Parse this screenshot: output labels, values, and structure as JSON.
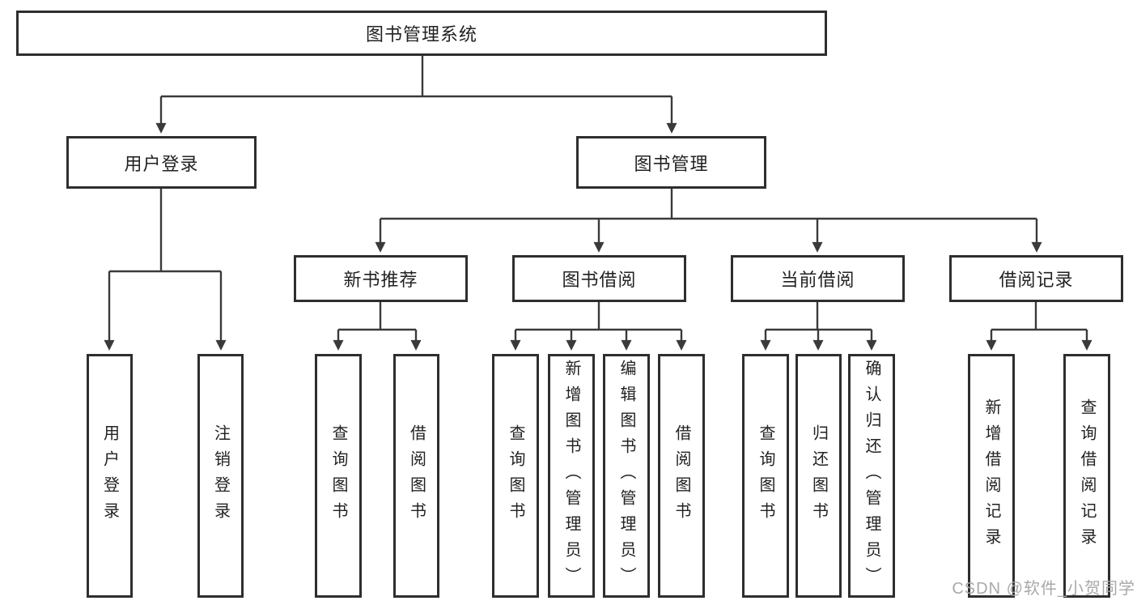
{
  "tree": {
    "label": "图书管理系统",
    "children": [
      {
        "label": "用户登录",
        "children": [
          {
            "label": "用户登录"
          },
          {
            "label": "注销登录"
          }
        ]
      },
      {
        "label": "图书管理",
        "children": [
          {
            "label": "新书推荐",
            "children": [
              {
                "label": "查询图书"
              },
              {
                "label": "借阅图书"
              }
            ]
          },
          {
            "label": "图书借阅",
            "children": [
              {
                "label": "查询图书"
              },
              {
                "label": "新增图书（管理员）"
              },
              {
                "label": "编辑图书（管理员）"
              },
              {
                "label": "借阅图书"
              }
            ]
          },
          {
            "label": "当前借阅",
            "children": [
              {
                "label": "查询图书"
              },
              {
                "label": "归还图书"
              },
              {
                "label": "确认归还（管理员）"
              }
            ]
          },
          {
            "label": "借阅记录",
            "children": [
              {
                "label": "新增借阅记录"
              },
              {
                "label": "查询借阅记录"
              }
            ]
          }
        ]
      }
    ]
  },
  "watermark": "CSDN @软件_小贺同学",
  "colors": {
    "line": "#3a3a3a",
    "border": "#2e2e2e",
    "text": "#222222",
    "watermark": "#a9a9a9",
    "bg": "#ffffff"
  }
}
